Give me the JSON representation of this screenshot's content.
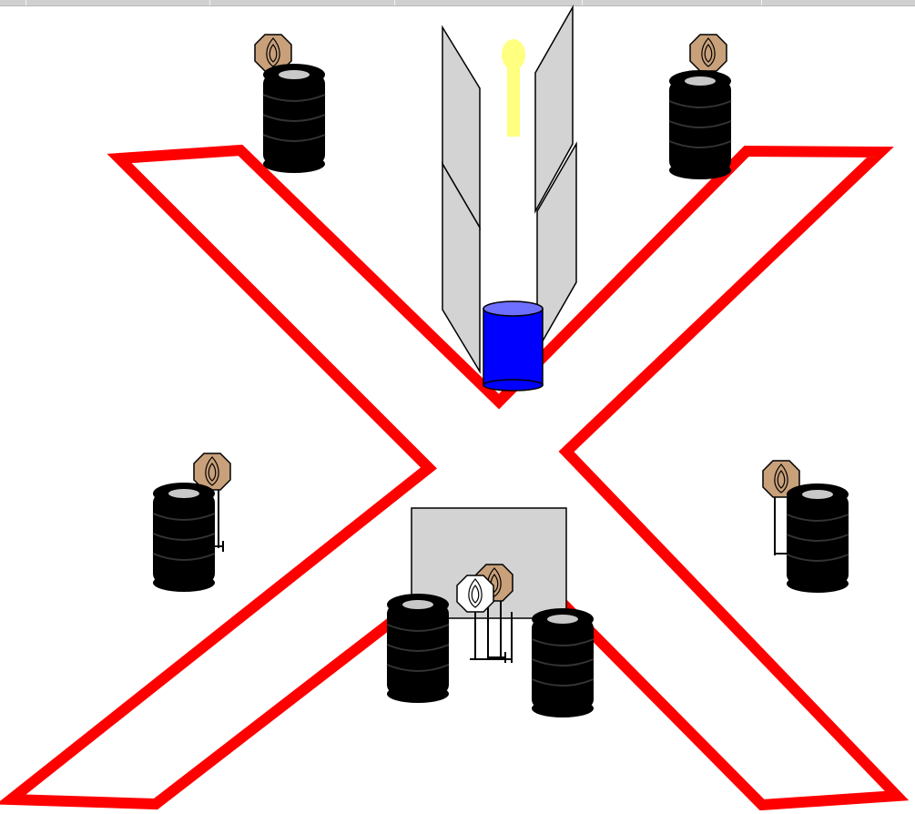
{
  "diagram": {
    "colors": {
      "boundary": "#ff0000",
      "wall_fill": "#d3d3d3",
      "barrel": "#0000ff",
      "barrel_top": "#6f6fff",
      "light": "#ffff80",
      "tire": "#000000",
      "tire_hub": "#c8c8c8",
      "target_brown": "#c8a07a",
      "target_white": "#ffffff",
      "table": "#d3d3d3",
      "header_bar": "#d0d0d0"
    },
    "elements": [
      "red-x-boundary",
      "vertical-wall-panels",
      "blue-barrel",
      "yellow-light",
      "gray-table",
      "tire-stack",
      "steel-target",
      "white-target"
    ]
  }
}
